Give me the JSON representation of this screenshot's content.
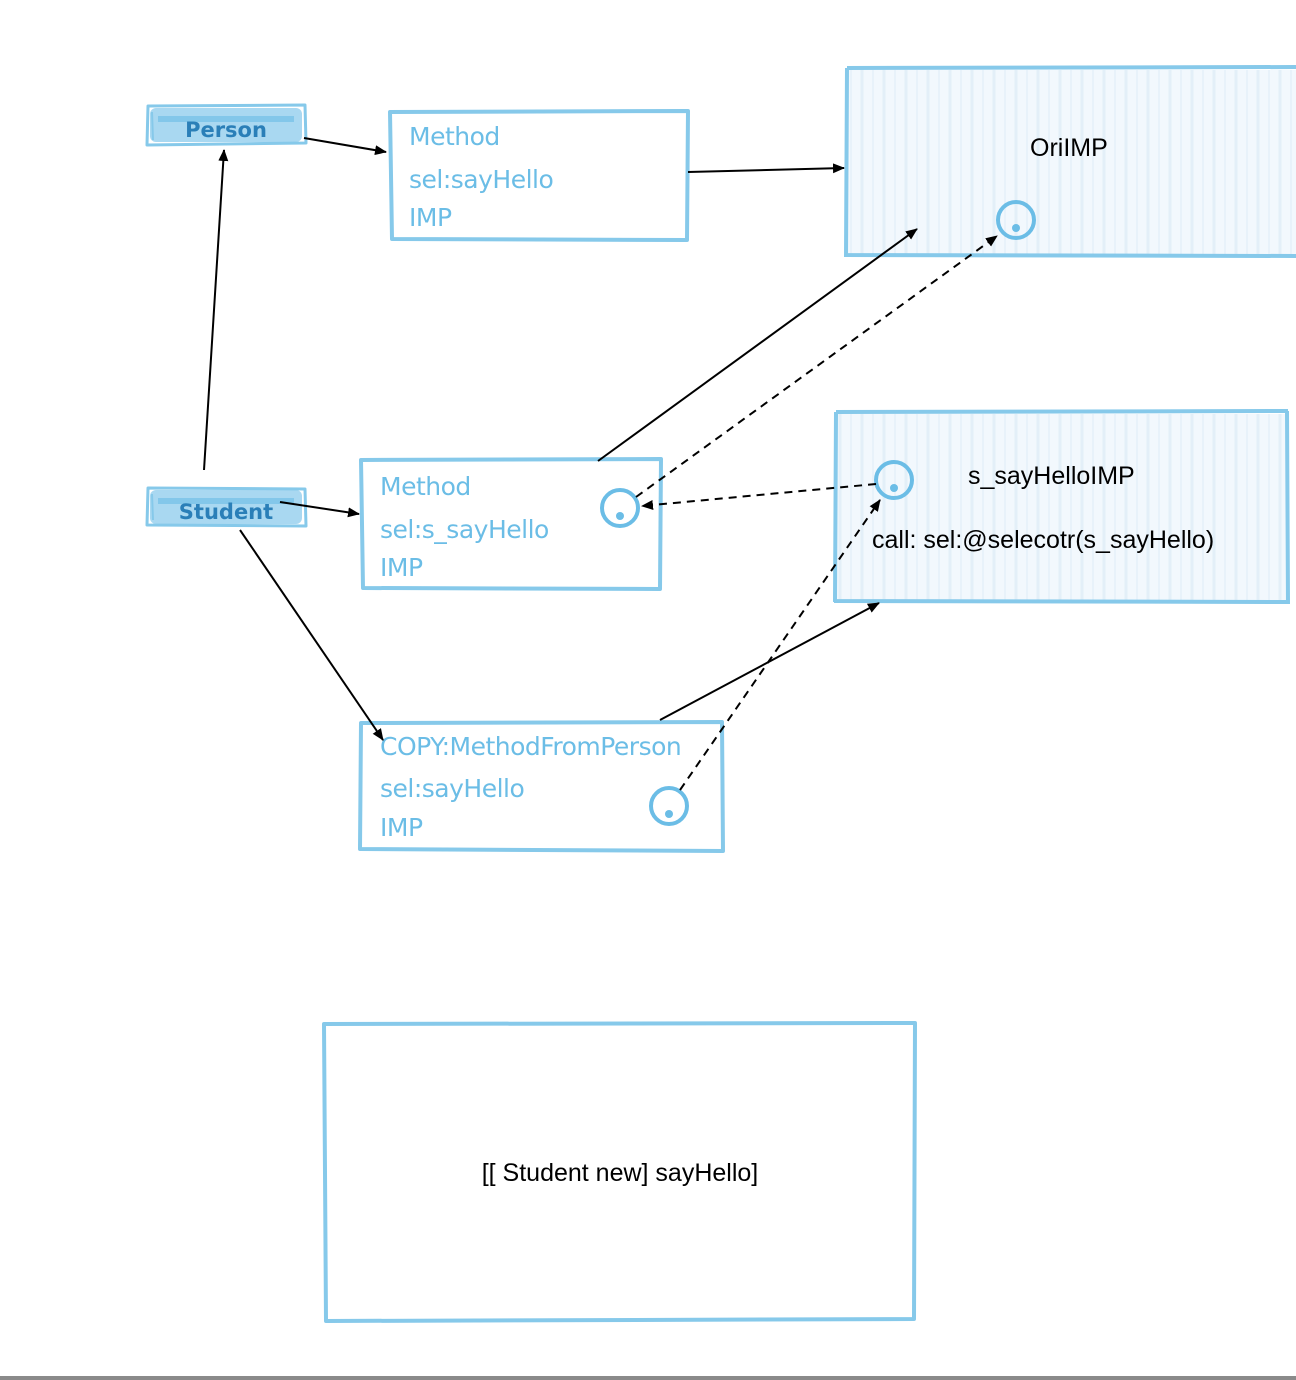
{
  "diagram": {
    "nodes": {
      "person": {
        "label": "Person"
      },
      "student": {
        "label": "Student"
      },
      "person_method": {
        "lines": [
          "Method",
          "sel:sayHello",
          "IMP"
        ]
      },
      "student_method": {
        "lines": [
          "Method",
          "sel:s_sayHello",
          "IMP"
        ]
      },
      "copy_method": {
        "lines": [
          "COPY:MethodFromPerson",
          "sel:sayHello",
          "IMP"
        ]
      },
      "ori_imp": {
        "label": "OriIMP"
      },
      "s_say_hello_imp": {
        "title": "s_sayHelloIMP",
        "call": "call: sel:@selecotr(s_sayHello)"
      },
      "call_box": {
        "label": "[[ Student new] sayHello]"
      }
    },
    "colors": {
      "box_border": "#86c9ea",
      "box_fill": "#eef6fc",
      "class_fill": "#a9d8f1",
      "sketch_text": "#6bbde6",
      "arrow": "#000000"
    }
  }
}
